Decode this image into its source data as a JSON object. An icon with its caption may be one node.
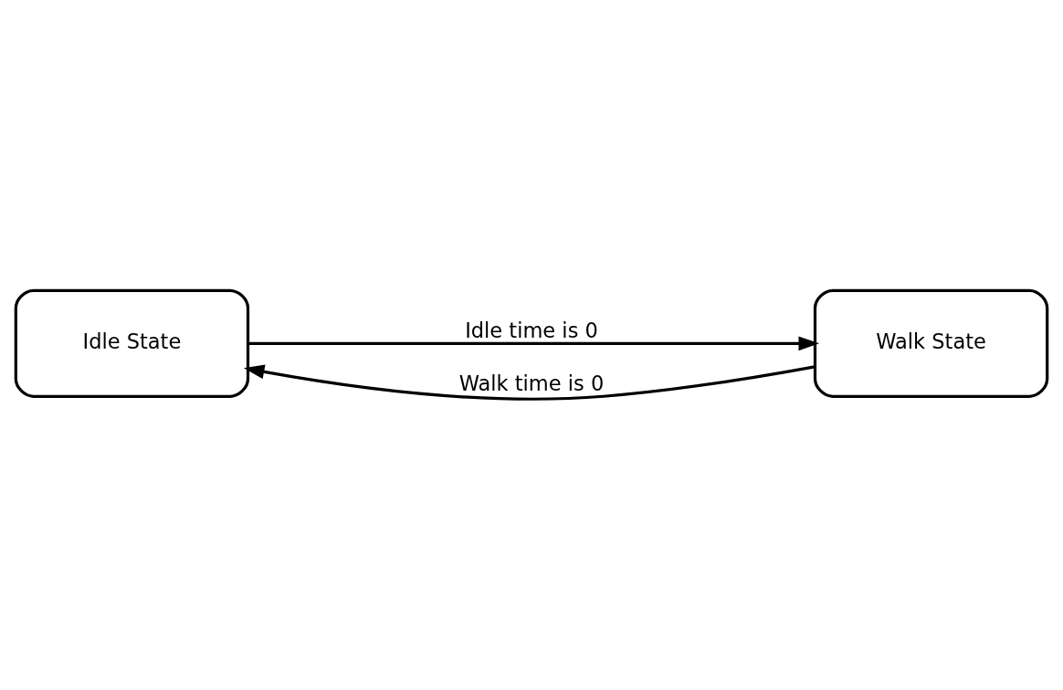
{
  "diagram": {
    "nodes": [
      {
        "text": [
          "Idle State"
        ]
      },
      {
        "text": [
          "Walk State"
        ]
      }
    ],
    "edges": [
      {
        "from": 0,
        "to": 1,
        "arrow": "to",
        "label": "Idle time is 0"
      },
      {
        "from": 1,
        "to": 0,
        "arrow": "to",
        "label": "Walk time is 0"
      }
    ]
  }
}
